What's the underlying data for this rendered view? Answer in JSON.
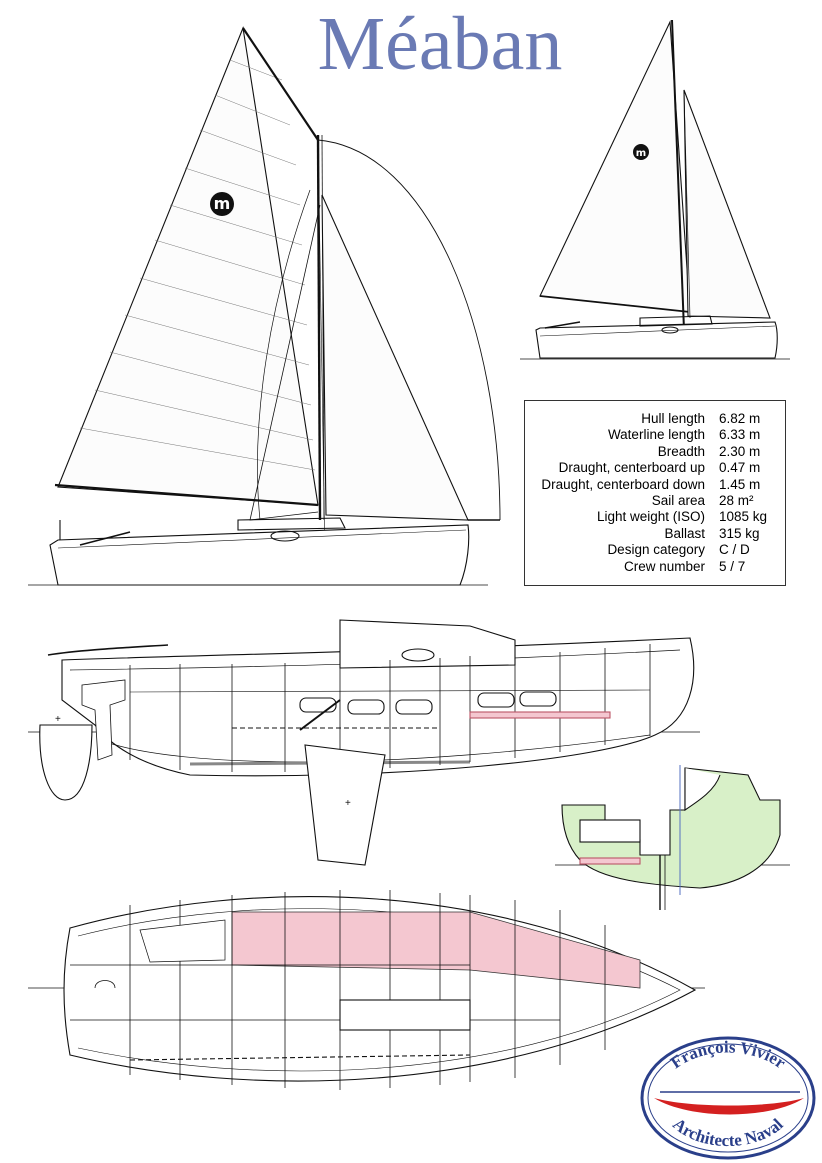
{
  "title": "Méaban",
  "sail_logo": "m",
  "specs": [
    {
      "label": "Hull length",
      "value": "6.82 m"
    },
    {
      "label": "Waterline length",
      "value": "6.33 m"
    },
    {
      "label": "Breadth",
      "value": "2.30 m"
    },
    {
      "label": "Draught, centerboard up",
      "value": "0.47 m"
    },
    {
      "label": "Draught, centerboard down",
      "value": "1.45 m"
    },
    {
      "label": "Sail area",
      "value": "28 m²"
    },
    {
      "label": "Light weight (ISO)",
      "value": "1085 kg"
    },
    {
      "label": "Ballast",
      "value": "315 kg"
    },
    {
      "label": "Design category",
      "value": "C / D"
    },
    {
      "label": "Crew number",
      "value": "5 / 7"
    }
  ],
  "logo": {
    "top": "François Vivier",
    "bottom": "Architecte Naval"
  },
  "colors": {
    "title": "#6a7ab4",
    "accommodation": "#f4c7d0",
    "section_fill": "#d8f0c8",
    "logo_red": "#d42020",
    "logo_blue": "#2a3f8a"
  }
}
